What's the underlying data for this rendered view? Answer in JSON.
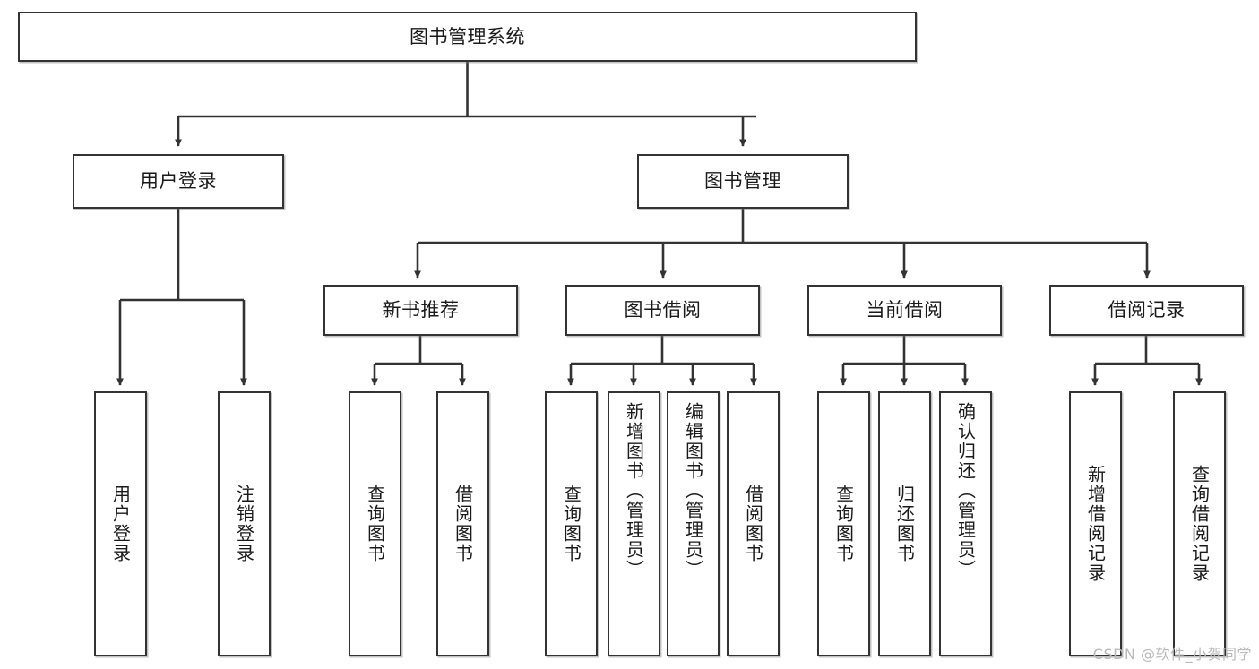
{
  "diagram": {
    "title": "图书管理系统",
    "watermark": "CSDN @软件_小贺同学",
    "colors": {
      "box_border": "#333333",
      "box_fill": "#ffffff",
      "line": "#333333",
      "text": "#1a1a1a",
      "watermark": "#b9b9b9"
    },
    "root": {
      "label": "图书管理系统"
    },
    "level1": [
      {
        "label": "用户登录"
      },
      {
        "label": "图书管理"
      }
    ],
    "level2": [
      {
        "label": "新书推荐"
      },
      {
        "label": "图书借阅"
      },
      {
        "label": "当前借阅"
      },
      {
        "label": "借阅记录"
      }
    ],
    "leaves": {
      "user_login": [
        {
          "label": "用户登录"
        },
        {
          "label": "注销登录"
        }
      ],
      "new_book": [
        {
          "label": "查询图书"
        },
        {
          "label": "借阅图书"
        }
      ],
      "book_borrow": [
        {
          "label": "查询图书"
        },
        {
          "label": "新增图书（管理员）"
        },
        {
          "label": "编辑图书（管理员）"
        },
        {
          "label": "借阅图书"
        }
      ],
      "current_borrow": [
        {
          "label": "查询图书"
        },
        {
          "label": "归还图书"
        },
        {
          "label": "确认归还（管理员）"
        }
      ],
      "borrow_record": [
        {
          "label": "新增借阅记录"
        },
        {
          "label": "查询借阅记录"
        }
      ]
    }
  }
}
